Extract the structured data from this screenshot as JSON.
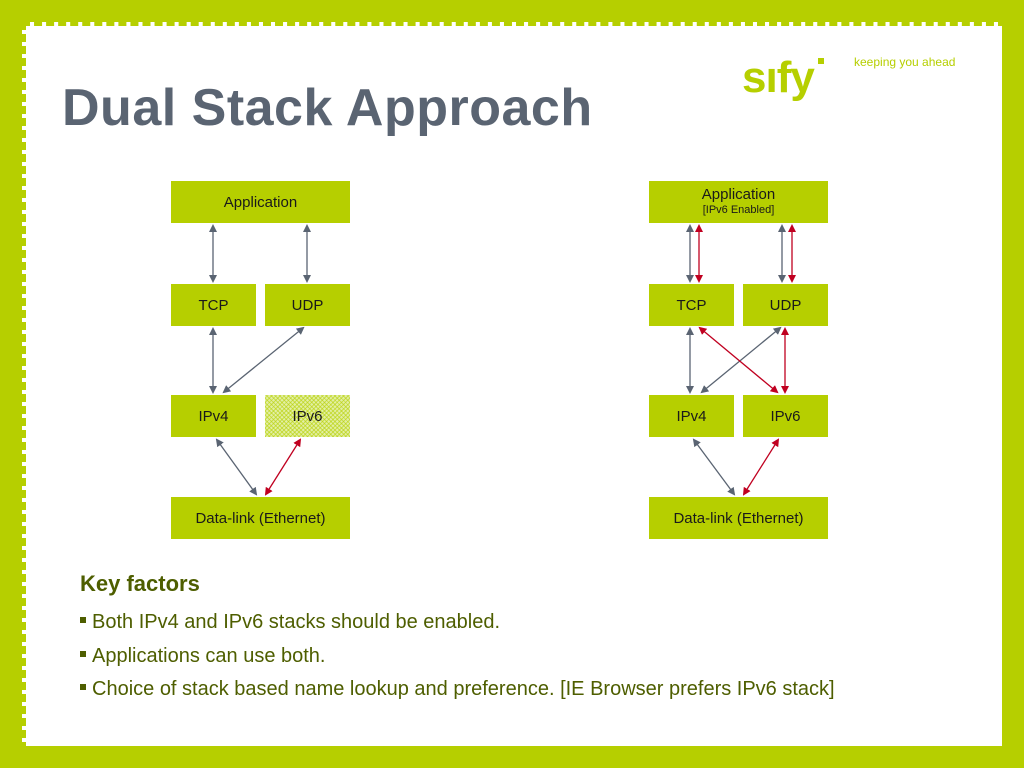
{
  "slide": {
    "title": "Dual Stack Approach",
    "logo_text": "sıfy",
    "tagline": "keeping you ahead"
  },
  "diagram_left": {
    "application": "Application",
    "tcp": "TCP",
    "udp": "UDP",
    "ipv4": "IPv4",
    "ipv6": "IPv6",
    "datalink": "Data-link (Ethernet)",
    "ipv6_style": "hatched (not enabled)"
  },
  "diagram_right": {
    "application": "Application",
    "application_sub": "[IPv6 Enabled]",
    "tcp": "TCP",
    "udp": "UDP",
    "ipv4": "IPv4",
    "ipv6": "IPv6",
    "datalink": "Data-link (Ethernet)"
  },
  "key_factors": {
    "title": "Key factors",
    "bullets": [
      "Both IPv4 and IPv6 stacks should be enabled.",
      "Applications can use both.",
      "Choice of stack based name lookup and preference. [IE Browser prefers IPv6 stack]"
    ]
  },
  "colors": {
    "brand_green": "#b6cf00",
    "title_gray": "#5a6472",
    "text_olive": "#4e5e00",
    "ipv4_arrow": "#5a6472",
    "ipv6_arrow": "#c00020"
  }
}
